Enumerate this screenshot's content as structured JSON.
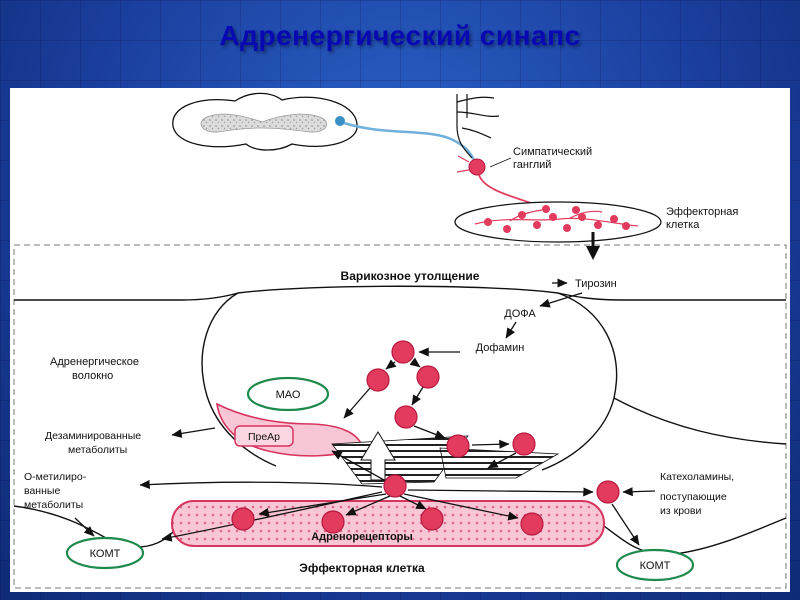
{
  "slide": {
    "title": "Адренергический синапс",
    "colors": {
      "background": "#1b3f9e",
      "title": "#0909b4",
      "vesicle_red": "#e23b5e",
      "membrane_pink": "#f9c6d5",
      "crimson_border": "#d6355f",
      "enzyme_green": "#1f8a4d",
      "preganglionic_blue": "#6fb0dc"
    }
  },
  "diagram": {
    "top": {
      "sympathetic_ganglion": [
        "Симпатический",
        "ганглий"
      ],
      "effector_cell": [
        "Эффекторная",
        "клетка"
      ]
    },
    "labels": {
      "varicosity": "Варикозное утолщение",
      "tyrosine": "Тирозин",
      "dopa": "ДОФА",
      "dopamine": "Дофамин",
      "adrenergic_fiber": [
        "Адренергическое",
        "волокно"
      ],
      "mao": "МАО",
      "prear": "ПреАр",
      "deaminated": [
        "Дезаминированные",
        "метаболиты"
      ],
      "o_methylated": [
        "О-метилиро-",
        "ванные",
        "метаболиты"
      ],
      "komt_left": "КОМТ",
      "adrenoreceptors": "Адренорецепторы",
      "effector_cell": "Эффекторная клетка",
      "komt_right": "КОМТ",
      "catecholamines": [
        "Катехоламины,",
        "поступающие",
        "из крови"
      ]
    }
  }
}
